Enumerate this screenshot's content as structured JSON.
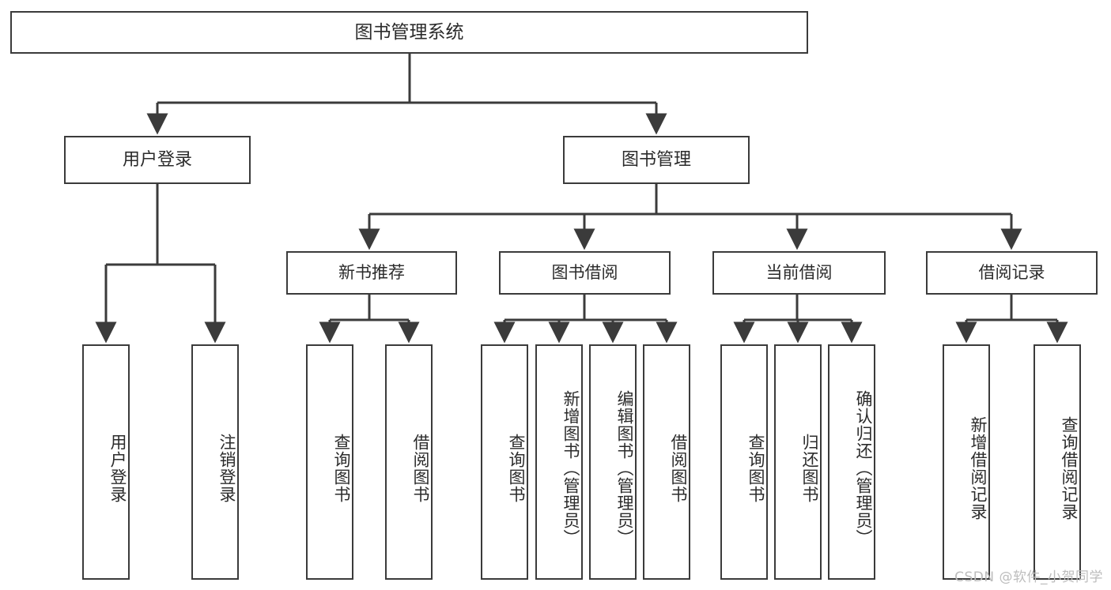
{
  "diagram": {
    "title": "图书管理系统",
    "watermark": "CSDN @软件_小贺同学",
    "line_color": "#3b3b3b",
    "box_border_color": "#3b3b3b",
    "box_fill_color": "#ffffff",
    "text_color": "#2b2b2b",
    "watermark_color": "#bdbdbd"
  },
  "nodes": {
    "root": {
      "label": "图书管理系统"
    },
    "level2": [
      {
        "label": "用户登录"
      },
      {
        "label": "图书管理"
      }
    ],
    "level3": [
      {
        "label": "新书推荐"
      },
      {
        "label": "图书借阅"
      },
      {
        "label": "当前借阅"
      },
      {
        "label": "借阅记录"
      }
    ],
    "leaves": {
      "user_login": [
        {
          "label": "用户登录"
        },
        {
          "label": "注销登录"
        }
      ],
      "new_book_recommend": [
        {
          "label": "查询图书"
        },
        {
          "label": "借阅图书"
        }
      ],
      "book_borrow": [
        {
          "label": "查询图书"
        },
        {
          "label": "新增图书（管理员）"
        },
        {
          "label": "编辑图书（管理员）"
        },
        {
          "label": "借阅图书"
        }
      ],
      "current_borrow": [
        {
          "label": "查询图书"
        },
        {
          "label": "归还图书"
        },
        {
          "label": "确认归还（管理员）"
        }
      ],
      "borrow_record": [
        {
          "label": "新增借阅记录"
        },
        {
          "label": "查询借阅记录"
        }
      ]
    }
  }
}
